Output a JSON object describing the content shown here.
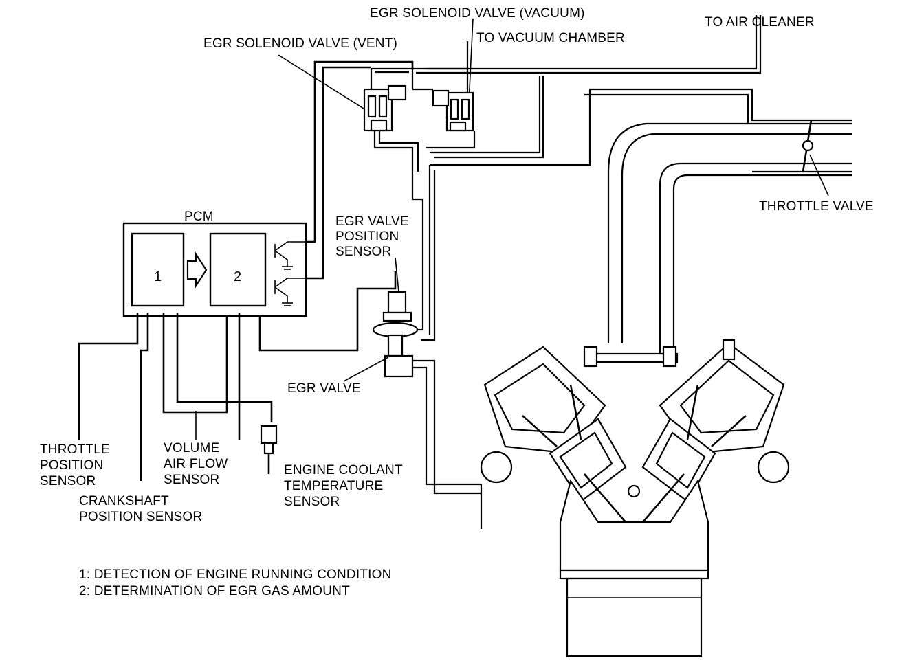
{
  "labels": {
    "egr_solenoid_vacuum": "EGR SOLENOID VALVE (VACUUM)",
    "egr_solenoid_vent": "EGR SOLENOID VALVE (VENT)",
    "to_vacuum_chamber": "TO VACUUM CHAMBER",
    "to_air_cleaner": "TO AIR CLEANER",
    "throttle_valve": "THROTTLE VALVE",
    "pcm": "PCM",
    "box1": "1",
    "box2": "2",
    "egr_valve_position_sensor": [
      "EGR VALVE",
      "POSITION",
      "SENSOR"
    ],
    "egr_valve": "EGR VALVE",
    "throttle_position_sensor": [
      "THROTTLE",
      "POSITION",
      "SENSOR"
    ],
    "volume_air_flow_sensor": [
      "VOLUME",
      "AIR FLOW",
      "SENSOR"
    ],
    "crankshaft_position_sensor": [
      "CRANKSHAFT",
      "POSITION SENSOR"
    ],
    "engine_coolant_temperature_sensor": [
      "ENGINE COOLANT",
      "TEMPERATURE",
      "SENSOR"
    ]
  },
  "legend": [
    "1:  DETECTION OF ENGINE RUNNING CONDITION",
    "2:  DETERMINATION OF EGR GAS AMOUNT"
  ]
}
